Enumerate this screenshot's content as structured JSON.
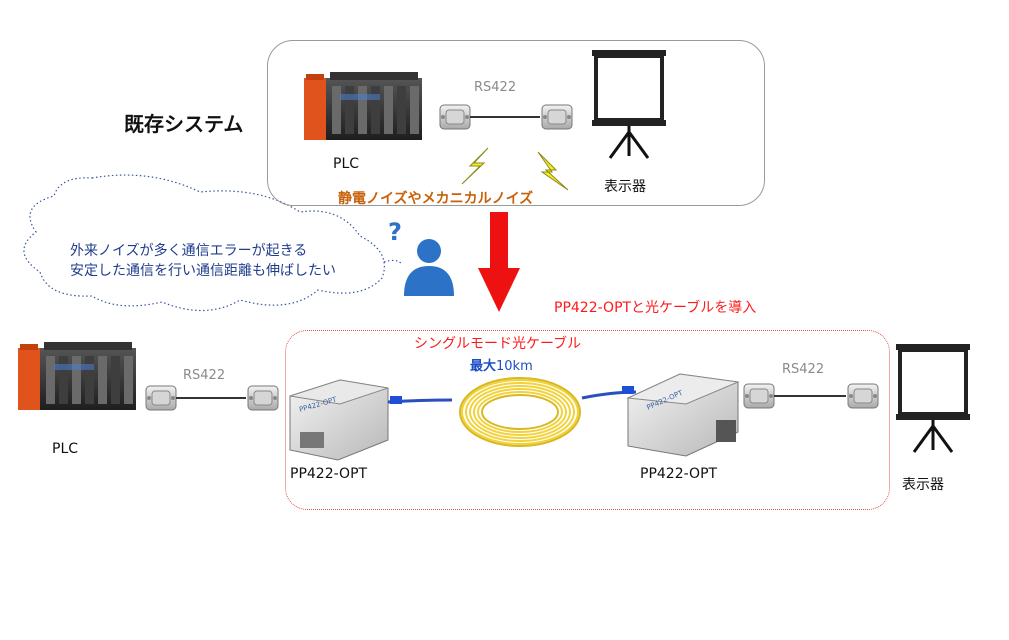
{
  "existing_system": {
    "title": "既存システム",
    "plc_label": "PLC",
    "cable_label": "RS422",
    "display_label": "表示器",
    "noise_label": "静電ノイズやメカニカルノイズ"
  },
  "problem_cloud": {
    "line1": "外来ノイズが多く通信エラーが起きる",
    "line2": "安定した通信を行い通信距離も伸ばしたい",
    "question_mark": "?"
  },
  "solution": {
    "caption": "PP422-OPTと光ケーブルを導入",
    "fiber_label": "シングルモード光ケーブル",
    "max_distance_prefix": "最大",
    "max_distance_value": "10km",
    "plc_label": "PLC",
    "left_cable_label": "RS422",
    "right_cable_label": "RS422",
    "left_converter_label": "PP422-OPT",
    "right_converter_label": "PP422-OPT",
    "display_label": "表示器",
    "device_text": "PP422-OPT"
  },
  "colors": {
    "arrow": "#ee1111",
    "cloud_border": "#3a55a0",
    "person": "#2c72c7",
    "fiber": "#f2d23a",
    "plc_orange": "#e0531c"
  },
  "icons": [
    "plc-icon",
    "db9-connector-icon",
    "projector-screen-icon",
    "lightning-icon",
    "person-icon",
    "question-icon",
    "fiber-coil-icon",
    "converter-icon",
    "down-arrow-icon"
  ]
}
